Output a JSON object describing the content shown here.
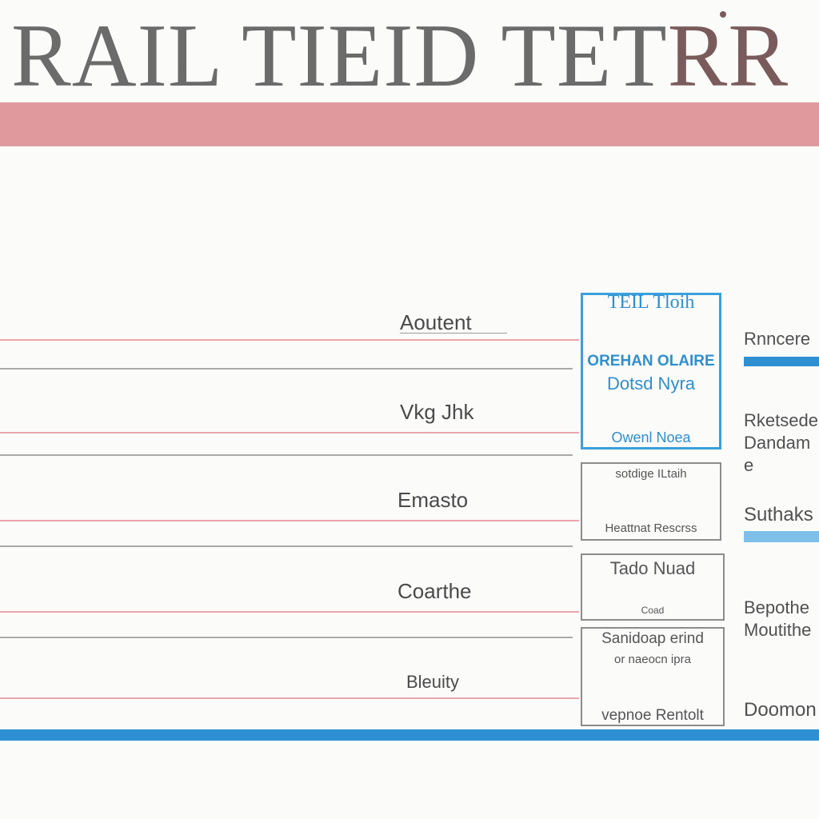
{
  "header": {
    "title_main": "RAIL TIEID TET",
    "title_accent": "RR"
  },
  "rows": [
    {
      "label": "Aoutent"
    },
    {
      "label": "Vkg Jhk"
    },
    {
      "label": "Emasto"
    },
    {
      "label": "Coarthe"
    },
    {
      "label": "Bleuity"
    }
  ],
  "cards": [
    {
      "lines": [
        "TEIL Tloih",
        "OREHAN OLAIRE",
        "Dotsd Nyra",
        "Owenl Noea"
      ]
    },
    {
      "lines": [
        "sotdige ILtaih",
        "Heattnat Rescrss"
      ]
    },
    {
      "lines": [
        "Tado Nuad",
        "Coad"
      ]
    },
    {
      "lines": [
        "Sanidoap erind",
        "or naeocn ipra",
        "vepnoe Rentolt"
      ]
    }
  ],
  "side": [
    {
      "text": "Rnncere"
    },
    {
      "text": "Rketsede Dandame"
    },
    {
      "text": "Suthaks"
    },
    {
      "text": "Bepothe Moutithe"
    },
    {
      "text": "Doomon"
    }
  ],
  "colors": {
    "pink_band": "#e09a9e",
    "blue_accent": "#2e8fd1",
    "title_gray": "#6b6b6b"
  }
}
